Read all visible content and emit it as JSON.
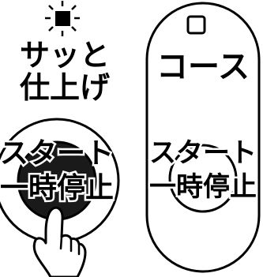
{
  "left_panel": {
    "label_line1": "サッと",
    "label_line2": "仕上げ",
    "indicator": "lit-square-indicator",
    "button_line1": "スタート",
    "button_line2": "一時停止"
  },
  "right_panel": {
    "indicator": "unlit-square-indicator",
    "label": "コース",
    "button_line1": "スタート",
    "button_line2": "一時停止"
  },
  "hand": "pointing-finger-icon",
  "colors": {
    "ink": "#000000",
    "paper": "#ffffff",
    "pressed_button": "#1a1a1a"
  }
}
